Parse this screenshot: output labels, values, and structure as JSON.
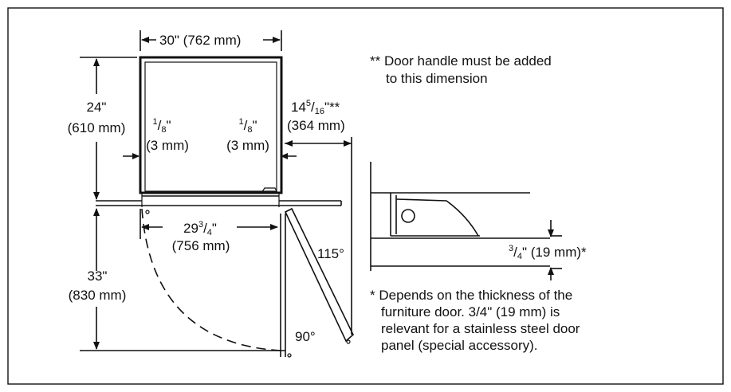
{
  "diagram": {
    "dim_width": "30\" (762 mm)",
    "note_handle": {
      "line1": "** Door handle must be added",
      "line2": "to this dimension"
    },
    "dim_depth_24": {
      "line1": "24\"",
      "line2": "(610 mm)"
    },
    "gap_left": {
      "num": "1",
      "den": "8",
      "unit": "\"",
      "mm": "(3 mm)"
    },
    "gap_right": {
      "num": "1",
      "den": "8",
      "unit": "\"",
      "mm": "(3 mm)"
    },
    "dim_door_depth": {
      "whole": "14",
      "num": "5",
      "den": "16",
      "suffix": "\"**",
      "mm": "(364 mm)"
    },
    "dim_inner_width": {
      "whole": "29",
      "num": "3",
      "den": "4",
      "suffix": "\"",
      "mm": "(756 mm)"
    },
    "angle_115": "115°",
    "angle_90": "90°",
    "dim_depth_33": {
      "line1": "33\"",
      "line2": "(830 mm)"
    },
    "dim_thickness": {
      "num": "3",
      "den": "4",
      "suffix": "\" (19 mm)*"
    },
    "note_thickness": {
      "line1": "* Depends on the thickness of the",
      "line2": "furniture door. 3/4\" (19 mm) is",
      "line3": "relevant for a stainless steel door",
      "line4": "panel (special accessory)."
    }
  }
}
